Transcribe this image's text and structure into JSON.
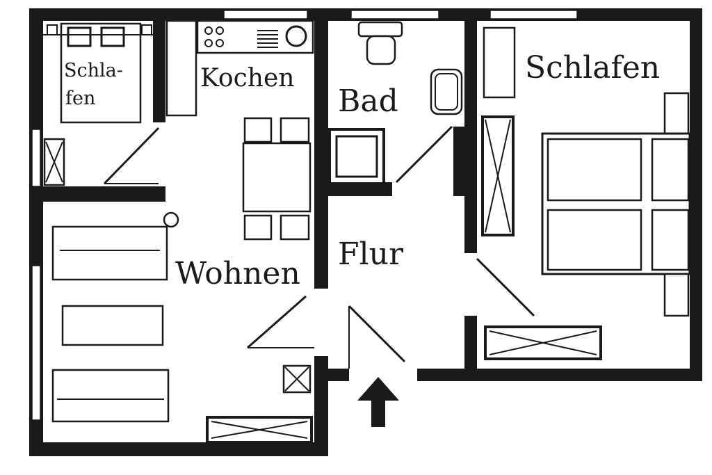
{
  "rooms": {
    "schlafen_small_line1": "Schla-",
    "schlafen_small_line2": "fen",
    "kochen": "Kochen",
    "bad": "Bad",
    "schlafen": "Schlafen",
    "wohnen": "Wohnen",
    "flur": "Flur"
  },
  "colors": {
    "wall": "#1a1a1a",
    "background": "#ffffff",
    "furniture": "#1a1a1a",
    "window": "#ffffff"
  }
}
